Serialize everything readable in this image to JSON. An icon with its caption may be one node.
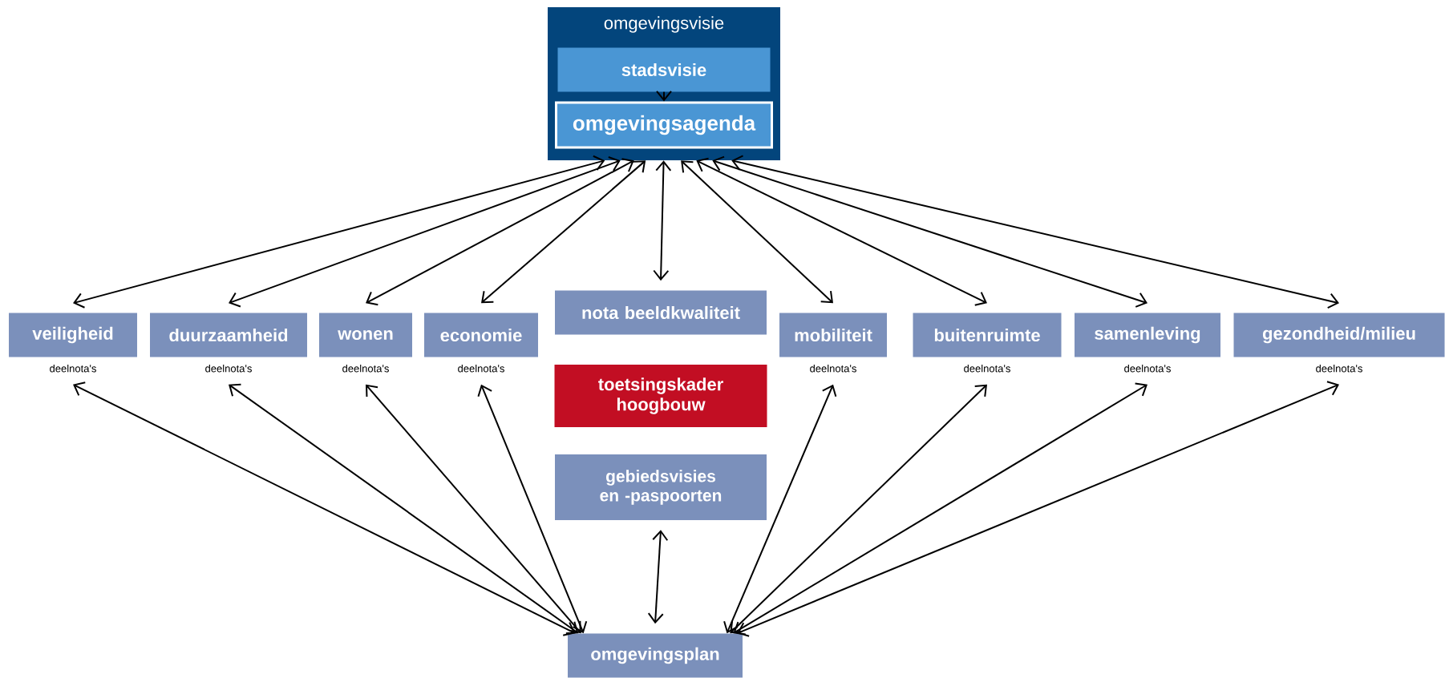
{
  "diagram": {
    "nodes": [
      {
        "text": [
          "omgevingsvisie"
        ]
      },
      {
        "text": [
          "stadsvisie"
        ],
        "in": 0
      },
      {
        "text": [
          "omgevingsagenda"
        ],
        "in": 0
      },
      {
        "text": [
          "veiligheid"
        ],
        "beside": [
          "deelnota's"
        ]
      },
      {
        "text": [
          "duurzaamheid"
        ],
        "beside": [
          "deelnota's"
        ]
      },
      {
        "text": [
          "wonen"
        ],
        "beside": [
          "deelnota's"
        ]
      },
      {
        "text": [
          "economie"
        ],
        "beside": [
          "deelnota's"
        ]
      },
      {
        "text": [
          "nota beeldkwaliteit"
        ]
      },
      {
        "text": [
          "toetsingskader hoogbouw"
        ]
      },
      {
        "text": [
          "gebiedsvisies en -paspoorten"
        ]
      },
      {
        "text": [
          "mobiliteit"
        ],
        "beside": [
          "deelnota's"
        ]
      },
      {
        "text": [
          "buitenruimte"
        ],
        "beside": [
          "deelnota's"
        ]
      },
      {
        "text": [
          "samenleving"
        ],
        "beside": [
          "deelnota's"
        ]
      },
      {
        "text": [
          "gezondheid/milieu"
        ],
        "beside": [
          "deelnota's"
        ]
      },
      {
        "text": [
          "omgevingsplan"
        ]
      }
    ],
    "edges": [
      {
        "from": 1,
        "to": 2,
        "arrow": "to"
      },
      {
        "from": 0,
        "to": 3,
        "arrow": "both"
      },
      {
        "from": 0,
        "to": 4,
        "arrow": "both"
      },
      {
        "from": 0,
        "to": 5,
        "arrow": "both"
      },
      {
        "from": 0,
        "to": 6,
        "arrow": "both"
      },
      {
        "from": 0,
        "to": 7,
        "arrow": "both"
      },
      {
        "from": 0,
        "to": 10,
        "arrow": "both"
      },
      {
        "from": 0,
        "to": 11,
        "arrow": "both"
      },
      {
        "from": 0,
        "to": 12,
        "arrow": "both"
      },
      {
        "from": 0,
        "to": 13,
        "arrow": "both"
      },
      {
        "from": 3,
        "to": 14,
        "arrow": "both"
      },
      {
        "from": 4,
        "to": 14,
        "arrow": "both"
      },
      {
        "from": 5,
        "to": 14,
        "arrow": "both"
      },
      {
        "from": 6,
        "to": 14,
        "arrow": "both"
      },
      {
        "from": 9,
        "to": 14,
        "arrow": "both"
      },
      {
        "from": 10,
        "to": 14,
        "arrow": "both"
      },
      {
        "from": 11,
        "to": 14,
        "arrow": "both"
      },
      {
        "from": 12,
        "to": 14,
        "arrow": "both"
      },
      {
        "from": 13,
        "to": 14,
        "arrow": "both"
      }
    ]
  }
}
